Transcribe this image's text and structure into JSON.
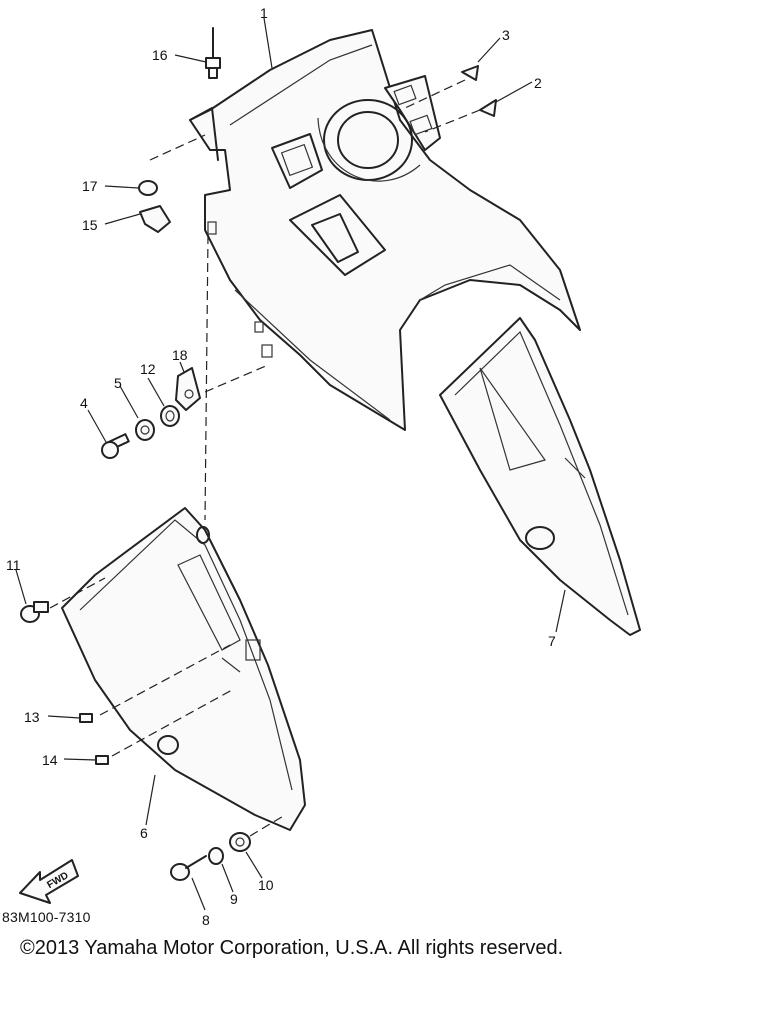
{
  "diagram_code": "83M100-7310",
  "copyright": "©2013 Yamaha Motor Corporation, U.S.A. All rights reserved.",
  "fwd_label": "FWD",
  "parts": [
    {
      "label": "1"
    },
    {
      "label": "2"
    },
    {
      "label": "3"
    },
    {
      "label": "4"
    },
    {
      "label": "5"
    },
    {
      "label": "6"
    },
    {
      "label": "7"
    },
    {
      "label": "8"
    },
    {
      "label": "9"
    },
    {
      "label": "10"
    },
    {
      "label": "11"
    },
    {
      "label": "12"
    },
    {
      "label": "13"
    },
    {
      "label": "14"
    },
    {
      "label": "15"
    },
    {
      "label": "16"
    },
    {
      "label": "17"
    },
    {
      "label": "18"
    }
  ]
}
